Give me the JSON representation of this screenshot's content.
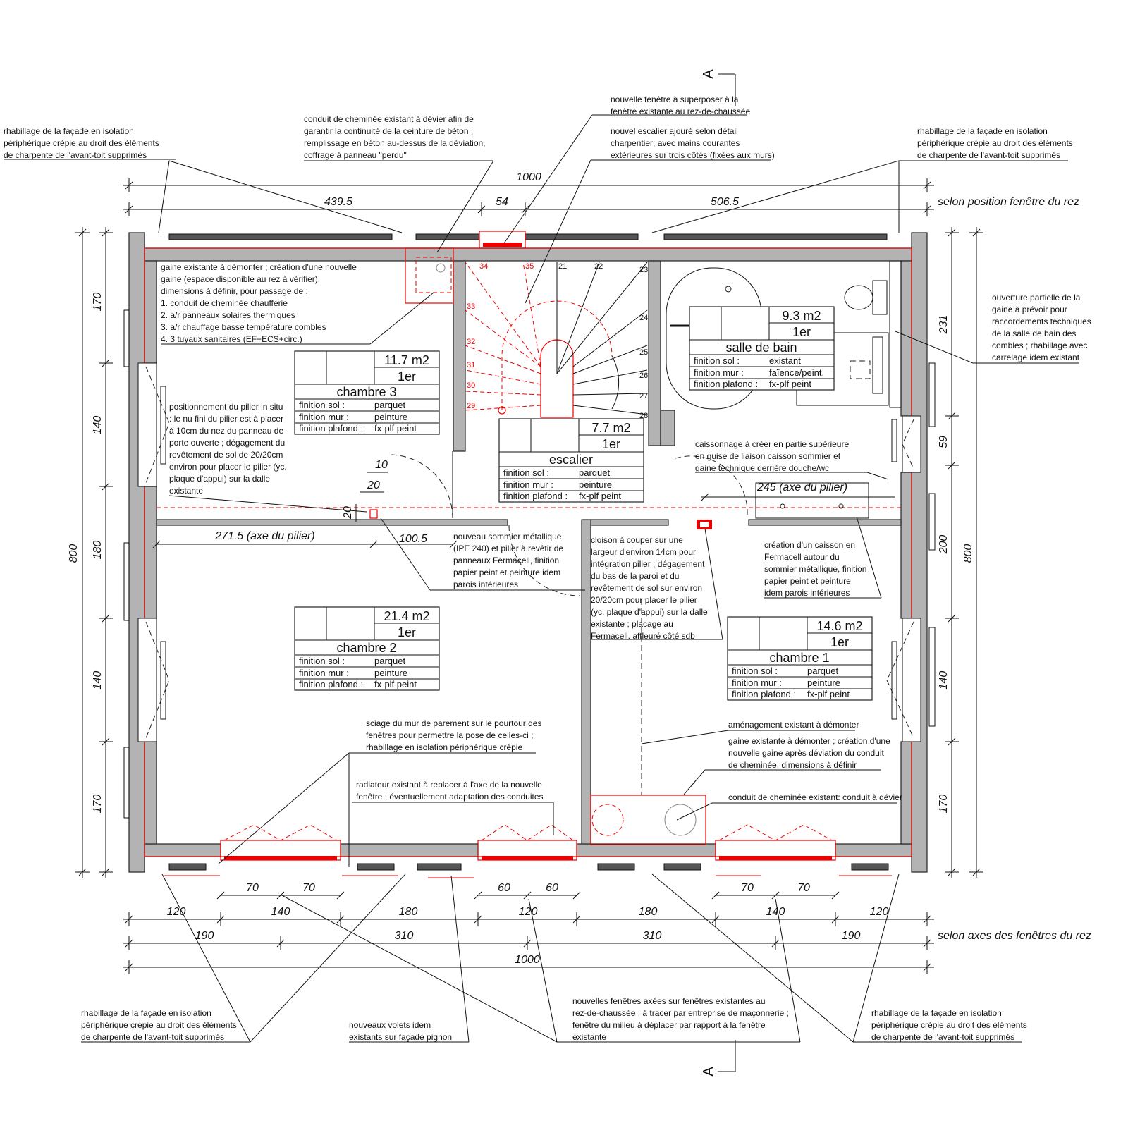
{
  "title": "Plan 1er étage",
  "section_marker": "A",
  "colors": {
    "new_work": "#e00000",
    "wall": "#b3b3b3",
    "ink": "#111111"
  },
  "notes": [
    {
      "id": "facade_tl",
      "lines": [
        "rhabillage de la façade en isolation",
        "périphérique crépie au droit des éléments",
        "de charpente de l'avant-toit supprimés"
      ]
    },
    {
      "id": "chimney_top",
      "lines": [
        "conduit de cheminée existant à dévier afin de",
        "garantir la continuité de la ceinture de béton ;",
        "remplissage en béton au-dessus de la déviation,",
        "coffrage à panneau \"perdu\""
      ]
    },
    {
      "id": "window_top",
      "lines": [
        "nouvelle fenêtre à superposer à la",
        "fenêtre existante au rez-de-chaussée"
      ]
    },
    {
      "id": "stair_new",
      "lines": [
        "nouvel escalier ajouré selon détail",
        "charpentier; avec mains courantes",
        "extérieures sur trois côtés (fixées aux murs)"
      ]
    },
    {
      "id": "facade_tr",
      "lines": [
        "rhabillage de la façade en isolation",
        "périphérique crépie au droit des éléments",
        "de charpente de l'avant-toit supprimés"
      ]
    },
    {
      "id": "gaine_right",
      "lines": [
        "ouverture partielle de la",
        "gaine à prévoir pour",
        "raccordements techniques",
        "de la salle de bain des",
        "combles ; rhabillage avec",
        "carrelage idem existant"
      ]
    },
    {
      "id": "gaine_left",
      "lines": [
        "gaine existante à démonter ; création d'une nouvelle",
        "gaine (espace disponible au rez à vérifier),",
        "dimensions à définir, pour passage de :",
        "1. conduit de cheminée chaufferie",
        "2. a/r panneaux solaires thermiques",
        "3. a/r chauffage basse température combles",
        "4. 3 tuyaux sanitaires (EF+ECS+circ.)"
      ]
    },
    {
      "id": "pilier_left",
      "lines": [
        "positionnement du pilier in situ",
        ": le nu fini du pilier est à placer",
        "à 10cm du nez du panneau de",
        "porte ouverte ; dégagement du",
        "revêtement de sol de 20/20cm",
        "environ pour placer le pilier (yc.",
        "plaque d'appui) sur la dalle",
        "existante"
      ]
    },
    {
      "id": "caisson_top",
      "lines": [
        "caissonnage à créer en partie supérieure",
        "en guise de liaison caisson sommier et",
        "gaine technique derrière douche/wc"
      ]
    },
    {
      "id": "sommier",
      "lines": [
        "nouveau sommier métallique",
        "(IPE 240) et pilier à revêtir de",
        "panneaux Fermacell, finition",
        "papier peint et peinture idem",
        "parois intérieures"
      ]
    },
    {
      "id": "cloison",
      "lines": [
        "cloison à couper sur une",
        "largeur d'environ 14cm pour",
        "intégration pilier ; dégagement",
        "du bas de la paroi et du",
        "revêtement de sol sur environ",
        "20/20cm pour placer le pilier",
        "(yc. plaque d'appui) sur la dalle",
        "existante ; placage au",
        "Fermacell, affleuré côté sdb"
      ]
    },
    {
      "id": "caisson_right",
      "lines": [
        "création d'un caisson en",
        "Fermacell autour du",
        "sommier métallique, finition",
        "papier peint et peinture",
        "idem parois intérieures"
      ]
    },
    {
      "id": "amenagement",
      "lines": [
        "aménagement existant à démonter"
      ]
    },
    {
      "id": "gaine_cheminee",
      "lines": [
        "gaine existante à démonter ; création d'une",
        "nouvelle gaine après déviation du conduit",
        "de cheminée, dimensions à définir"
      ]
    },
    {
      "id": "conduit_dev",
      "lines": [
        "conduit de cheminée existant: conduit à dévier"
      ]
    },
    {
      "id": "radiateur",
      "lines": [
        "radiateur existant à replacer à l'axe de la nouvelle",
        "fenêtre ; éventuellement adaptation des conduites"
      ]
    },
    {
      "id": "sciage",
      "lines": [
        "sciage du mur de parement sur le pourtour des",
        "fenêtres pour permettre la pose de celles-ci ;",
        "rhabillage en isolation périphérique crépie"
      ]
    },
    {
      "id": "facade_bl",
      "lines": [
        "rhabillage de la façade en isolation",
        "périphérique crépie au droit des éléments",
        "de charpente de l'avant-toit supprimés"
      ]
    },
    {
      "id": "volets",
      "lines": [
        "nouveaux volets idem",
        "existants sur façade pignon"
      ]
    },
    {
      "id": "nouvelles_fen",
      "lines": [
        "nouvelles fenêtres axées sur fenêtres existantes au",
        "rez-de-chaussée ; à tracer par entreprise de maçonnerie ;",
        "fenêtre du milieu à déplacer par rapport à la fenêtre",
        "existante"
      ]
    },
    {
      "id": "facade_br",
      "lines": [
        "rhabillage de la façade en isolation",
        "périphérique crépie au droit des éléments",
        "de charpente de l'avant-toit supprimés"
      ]
    }
  ],
  "rooms": [
    {
      "id": "chambre3",
      "area": "11.7 m2",
      "level": "1er",
      "name": "chambre 3",
      "sol_label": "finition sol :",
      "sol": "parquet",
      "mur_label": "finition mur :",
      "mur": "peinture",
      "plafond_label": "finition plafond :",
      "plafond": "fx-plf peint"
    },
    {
      "id": "escalier",
      "area": "7.7 m2",
      "level": "1er",
      "name": "escalier",
      "sol_label": "finition sol :",
      "sol": "parquet",
      "mur_label": "finition mur :",
      "mur": "peinture",
      "plafond_label": "finition plafond :",
      "plafond": "fx-plf peint"
    },
    {
      "id": "sdb",
      "area": "9.3 m2",
      "level": "1er",
      "name": "salle de bain",
      "sol_label": "finition sol :",
      "sol": "existant",
      "mur_label": "finition mur :",
      "mur": "faïence/peint.",
      "plafond_label": "finition plafond :",
      "plafond": "fx-plf peint"
    },
    {
      "id": "chambre2",
      "area": "21.4 m2",
      "level": "1er",
      "name": "chambre 2",
      "sol_label": "finition sol :",
      "sol": "parquet",
      "mur_label": "finition mur :",
      "mur": "peinture",
      "plafond_label": "finition plafond :",
      "plafond": "fx-plf peint"
    },
    {
      "id": "chambre1",
      "area": "14.6 m2",
      "level": "1er",
      "name": "chambre 1",
      "sol_label": "finition sol :",
      "sol": "parquet",
      "mur_label": "finition mur :",
      "mur": "peinture",
      "plafond_label": "finition plafond :",
      "plafond": "fx-plf peint"
    }
  ],
  "dimensions": {
    "top_total": "1000",
    "top_a": "439.5",
    "top_b": "54",
    "top_c": "506.5",
    "top_caption": "selon position fenêtre du rez",
    "left": [
      "170",
      "140",
      "180",
      "140",
      "170"
    ],
    "left_total": "800",
    "right": [
      "231",
      "59",
      "200",
      "140",
      "170"
    ],
    "right_total": "800",
    "bottom_row1": [
      "70",
      "70",
      "60",
      "60",
      "70",
      "70"
    ],
    "bottom_row2": [
      "120",
      "140",
      "180",
      "120",
      "180",
      "140",
      "120"
    ],
    "bottom_row3": [
      "190",
      "310",
      "310",
      "190"
    ],
    "bottom_caption": "selon axes des fenêtres du rez",
    "bottom_total": "1000",
    "pilier_left": "271.5 (axe du pilier)",
    "pilier_offset": "100.5",
    "pilier_right": "245 (axe du pilier)",
    "pilier_d1": "10",
    "pilier_d2": "20",
    "pilier_d3": "20"
  },
  "stair_steps": {
    "existing": [
      "21",
      "22",
      "23",
      "24",
      "25",
      "26",
      "27",
      "28"
    ],
    "new": [
      "29",
      "30",
      "31",
      "32",
      "33",
      "34",
      "35"
    ]
  }
}
